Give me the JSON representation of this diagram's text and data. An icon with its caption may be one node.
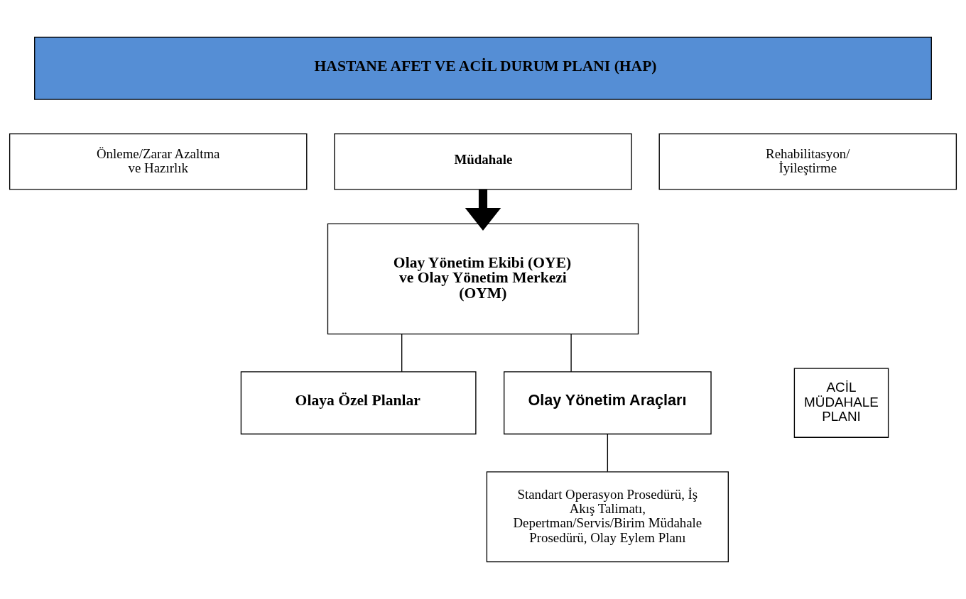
{
  "diagram": {
    "nodes": [
      {
        "text": [
          "HASTANE AFET VE ACİL DURUM PLANI (HAP)"
        ]
      },
      {
        "text": [
          "Önleme/Zarar Azaltma ve Hazırlık"
        ]
      },
      {
        "text": [
          "Müdahale"
        ]
      },
      {
        "text": [
          "Rehabilitasyon/ İyileştirme"
        ]
      },
      {
        "text": [
          "Olay Yönetim Ekibi (OYE) ve Olay Yönetim Merkezi (OYM)"
        ]
      },
      {
        "text": [
          "Olaya Özel Planlar"
        ]
      },
      {
        "text": [
          "Olay Yönetim Araçları"
        ]
      },
      {
        "text": [
          "Standart Operasyon Prosedürü, İş Akış Talimatı, Depertman/Servis/Birim Müdahale Prosedürü, Olay Eylem Planı"
        ]
      },
      {
        "text": [
          "ACİL MÜDAHALE PLANI"
        ]
      }
    ],
    "edges": [
      {
        "from": 2,
        "to": 4,
        "arrow": "to",
        "style": "thick"
      },
      {
        "from": 4,
        "to": 5,
        "arrow": "none"
      },
      {
        "from": 4,
        "to": 6,
        "arrow": "none"
      },
      {
        "from": 6,
        "to": 7,
        "arrow": "none"
      }
    ]
  }
}
